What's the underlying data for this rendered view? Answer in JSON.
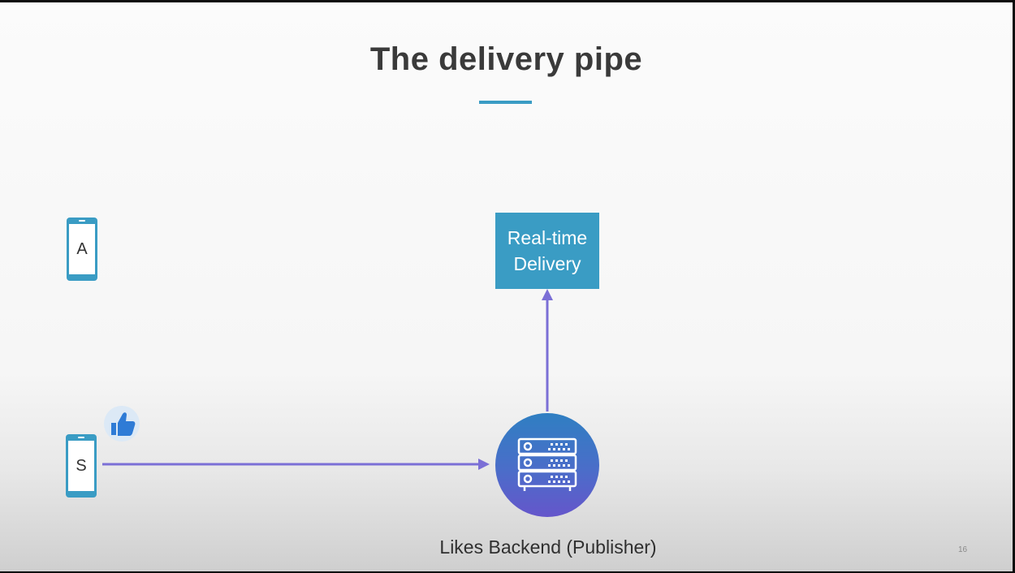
{
  "slide": {
    "title": "The delivery pipe",
    "page_number": "16"
  },
  "nodes": {
    "phone_a": {
      "label": "A",
      "icon": "mobile-phone-icon"
    },
    "phone_s": {
      "label": "S",
      "icon": "mobile-phone-icon"
    },
    "like": {
      "icon": "thumbs-up-icon"
    },
    "realtime_delivery": {
      "line1": "Real-time",
      "line2": "Delivery"
    },
    "backend": {
      "label": "Likes Backend (Publisher)",
      "icon": "server-rack-icon"
    }
  },
  "colors": {
    "accent_blue": "#3a9cc4",
    "arrow_purple": "#7b6fd6",
    "backend_top": "#2f7fc2",
    "backend_bottom": "#6556cb",
    "thumb_blue": "#2e7bd6"
  }
}
